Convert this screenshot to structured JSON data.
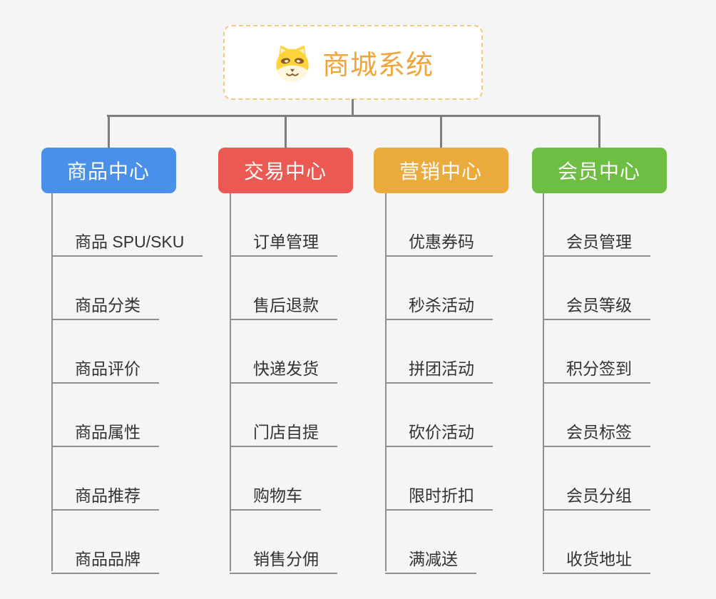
{
  "root": {
    "title": "商城系统",
    "icon": "dog-face-icon",
    "title_color": "#F0A53C",
    "border_color": "#F5C87F"
  },
  "branches": [
    {
      "label": "商品中心",
      "color": "#4A90E8",
      "children": [
        "商品 SPU/SKU",
        "商品分类",
        "商品评价",
        "商品属性",
        "商品推荐",
        "商品品牌"
      ]
    },
    {
      "label": "交易中心",
      "color": "#EA5A52",
      "children": [
        "订单管理",
        "售后退款",
        "快递发货",
        "门店自提",
        "购物车",
        "销售分佣"
      ]
    },
    {
      "label": "营销中心",
      "color": "#EBAA3C",
      "children": [
        "优惠券码",
        "秒杀活动",
        "拼团活动",
        "砍价活动",
        "限时折扣",
        "满减送"
      ]
    },
    {
      "label": "会员中心",
      "color": "#6EBE44",
      "children": [
        "会员管理",
        "会员等级",
        "积分签到",
        "会员标签",
        "会员分组",
        "收货地址"
      ]
    }
  ],
  "colors": {
    "background": "#F5F5F5",
    "connector": "#7D7D7D",
    "child_text": "#333333",
    "child_line": "#8F8F8F",
    "branch_text": "#FFFFFF"
  }
}
